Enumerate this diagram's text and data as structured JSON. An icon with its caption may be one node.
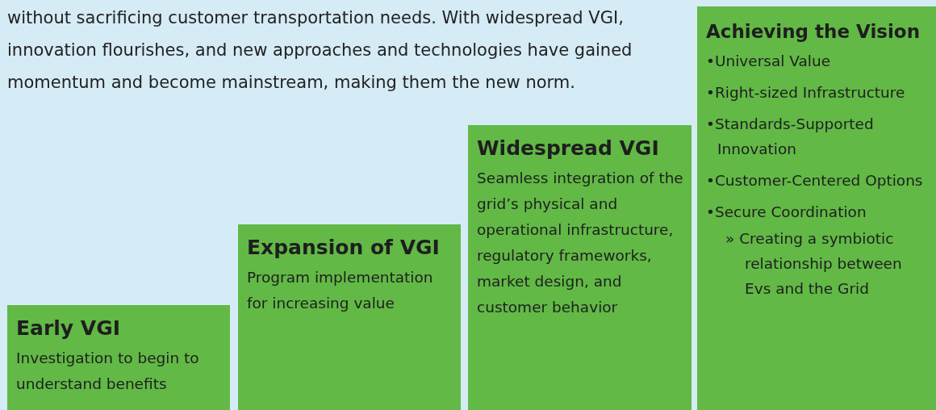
{
  "diagram": {
    "nodes": [
      {
        "text": [
          "Early VGI",
          "Investigation to begin to understand benefits"
        ]
      },
      {
        "text": [
          "Expansion of VGI",
          "Program implementation for increasing value"
        ]
      },
      {
        "text": [
          "Widespread VGI",
          "Seamless integration of the grid’s physical and operational infrastructure, regulatory frameworks, market design, and customer behavior"
        ]
      },
      {
        "text": [
          "Achieving the Vision",
          "•Universal Value",
          "•Right-sized Infrastructure",
          "•Standards-Supported Innovation",
          "•Customer-Centered Options",
          "•Secure Coordination",
          "» Creating a symbiotic relationship between Evs and the Grid"
        ]
      }
    ],
    "labels": [
      "without sacrificing customer transportation needs. With widespread VGI, innovation flourishes, and new approaches and technologies have gained momentum and become mainstream, making them the new norm."
    ]
  }
}
